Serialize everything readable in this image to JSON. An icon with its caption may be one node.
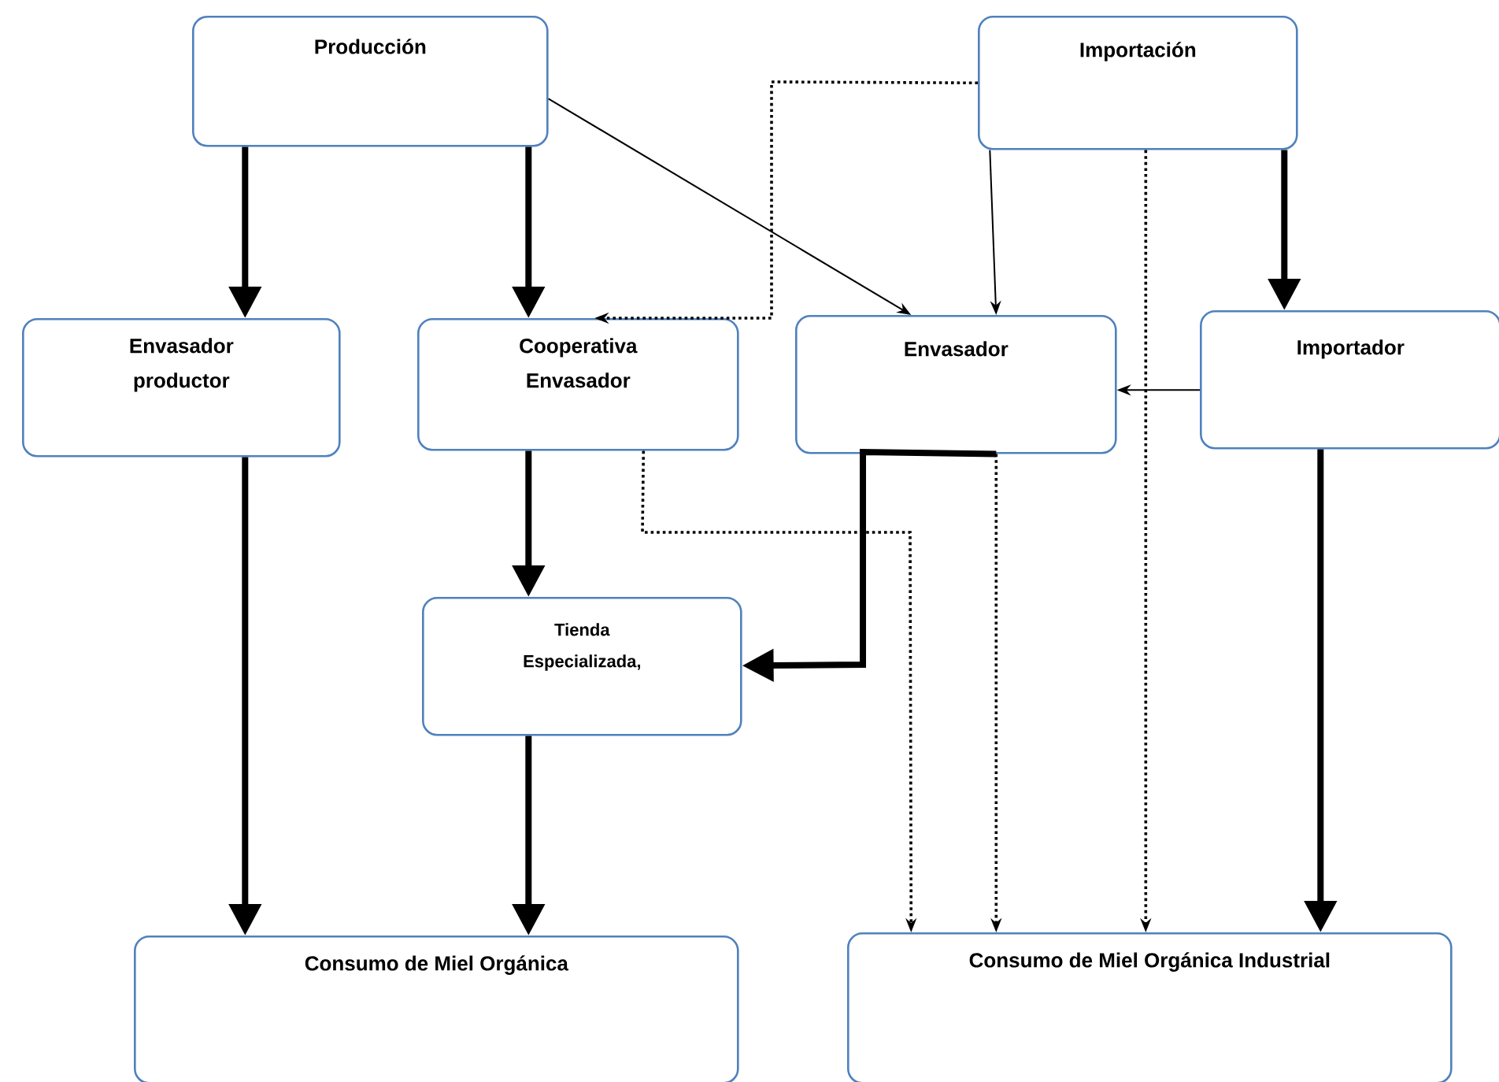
{
  "diagram": {
    "nodes": [
      {
        "text": [
          "Producción"
        ]
      },
      {
        "text": [
          "Importación"
        ]
      },
      {
        "text": [
          "Envasador productor"
        ]
      },
      {
        "text": [
          "Cooperativa Envasador"
        ]
      },
      {
        "text": [
          "Envasador"
        ]
      },
      {
        "text": [
          "Importador"
        ]
      },
      {
        "text": [
          "Tienda Especializada,"
        ]
      },
      {
        "text": [
          "Consumo de Miel Orgánica"
        ]
      },
      {
        "text": [
          "Consumo de Miel Orgánica Industrial"
        ]
      }
    ],
    "edges": [
      {
        "from": 0,
        "to": 2,
        "arrow": "to"
      },
      {
        "from": 0,
        "to": 3,
        "arrow": "to"
      },
      {
        "from": 0,
        "to": 4,
        "arrow": "to"
      },
      {
        "from": 1,
        "to": 3,
        "arrow": "to",
        "style": "dashed"
      },
      {
        "from": 1,
        "to": 4,
        "arrow": "to"
      },
      {
        "from": 1,
        "to": 8,
        "arrow": "to",
        "style": "dashed"
      },
      {
        "from": 1,
        "to": 5,
        "arrow": "to"
      },
      {
        "from": 5,
        "to": 4,
        "arrow": "to"
      },
      {
        "from": 2,
        "to": 7,
        "arrow": "to"
      },
      {
        "from": 3,
        "to": 6,
        "arrow": "to"
      },
      {
        "from": 3,
        "to": 8,
        "arrow": "to",
        "style": "dashed"
      },
      {
        "from": 4,
        "to": 6,
        "arrow": "to"
      },
      {
        "from": 4,
        "to": 8,
        "arrow": "to",
        "style": "dashed"
      },
      {
        "from": 6,
        "to": 7,
        "arrow": "to"
      },
      {
        "from": 5,
        "to": 8,
        "arrow": "to"
      }
    ]
  }
}
